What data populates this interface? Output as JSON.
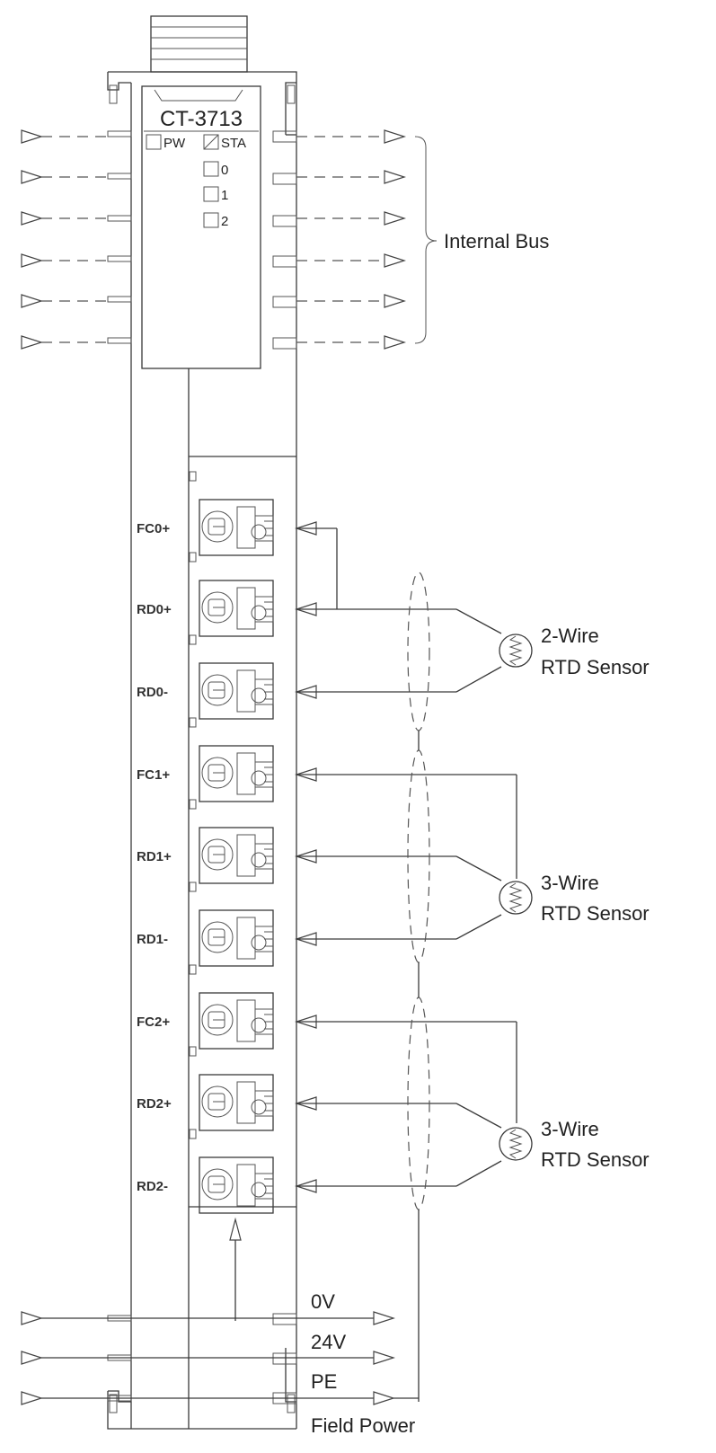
{
  "module": {
    "model": "CT-3713",
    "leds": [
      "PW",
      "STA",
      "0",
      "1",
      "2"
    ]
  },
  "internal_bus_label": "Internal Bus",
  "terminals": [
    "FC0+",
    "RD0+",
    "RD0-",
    "FC1+",
    "RD1+",
    "RD1-",
    "FC2+",
    "RD2+",
    "RD2-"
  ],
  "sensors": [
    {
      "line1": "2-Wire",
      "line2": "RTD Sensor"
    },
    {
      "line1": "3-Wire",
      "line2": "RTD Sensor"
    },
    {
      "line1": "3-Wire",
      "line2": "RTD Sensor"
    }
  ],
  "field_power": {
    "rails": [
      "0V",
      "24V",
      "PE"
    ],
    "label": "Field Power"
  }
}
